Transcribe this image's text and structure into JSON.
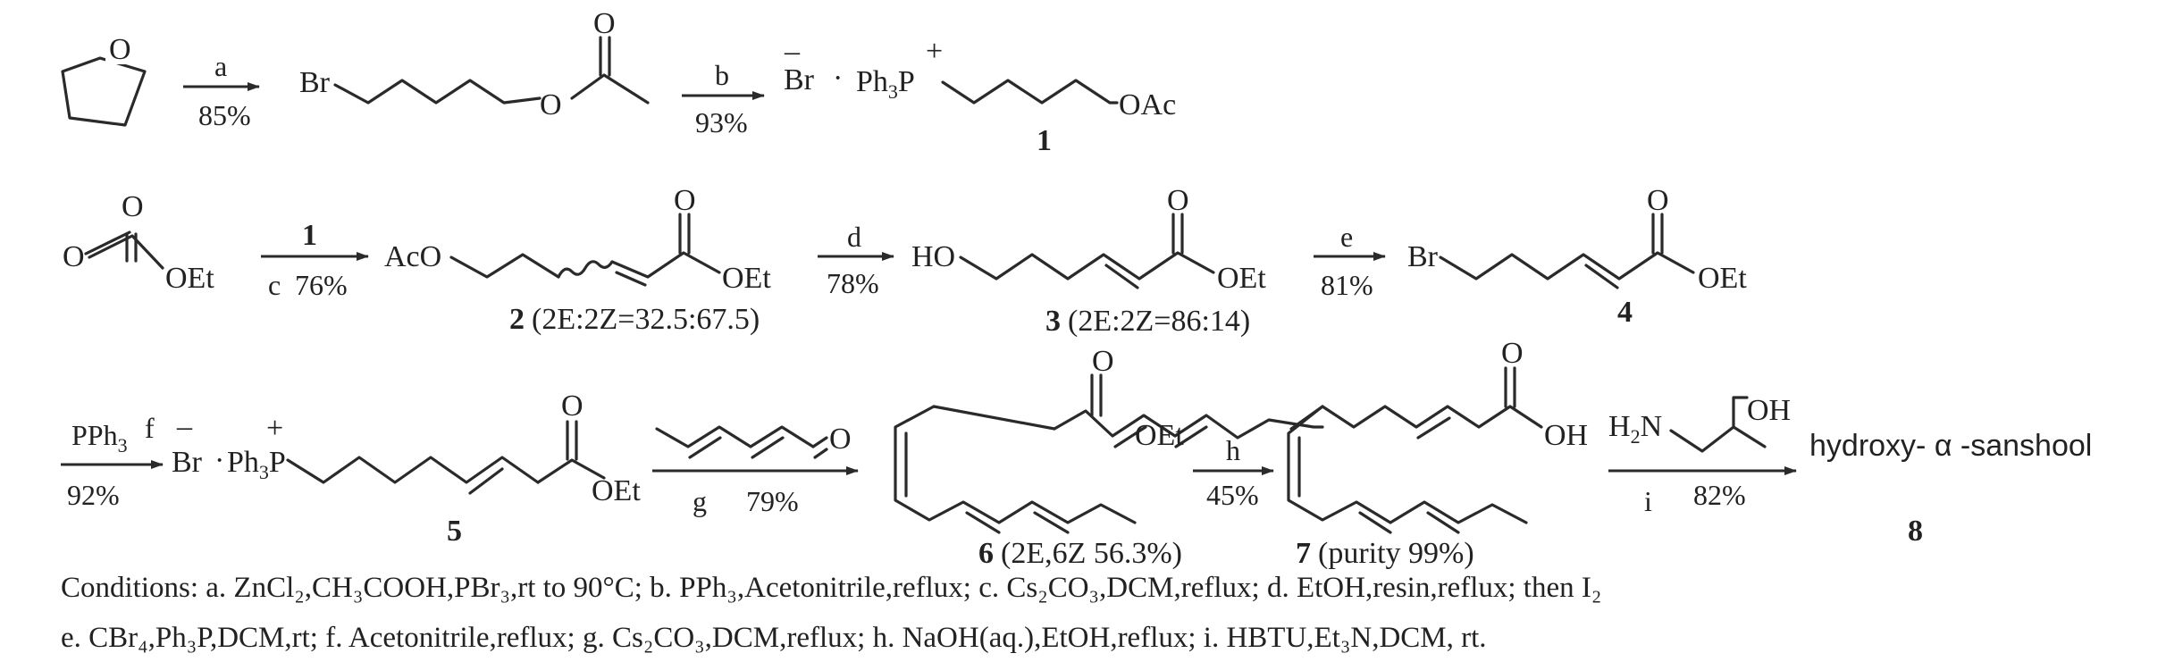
{
  "row1": {
    "step_a": {
      "letter": "a",
      "yield": "85%"
    },
    "step_b": {
      "letter": "b",
      "yield": "93%"
    },
    "acetate": {
      "br": "Br",
      "o": "O",
      "o2": "O"
    },
    "salt1": {
      "br_charge": "–",
      "br": "Br",
      "dot": "·",
      "ph3p": "Ph",
      "ph_sub": "3",
      "p": "P",
      "plus": "+",
      "oac": "OAc",
      "num": "1"
    },
    "thf_o": "O"
  },
  "row2": {
    "glyox": {
      "o1": "O",
      "o2": "O",
      "oet": "OEt"
    },
    "step_c": {
      "reagent": "1",
      "letter": "c",
      "yield": "76%"
    },
    "cmpd2": {
      "aco": "AcO",
      "o": "O",
      "oet": "OEt",
      "num": "2",
      "ratio": "(2E:2Z=32.5:67.5)"
    },
    "step_d": {
      "letter": "d",
      "yield": "78%"
    },
    "cmpd3": {
      "ho": "HO",
      "o": "O",
      "oet": "OEt",
      "num": "3",
      "ratio": "(2E:2Z=86:14)"
    },
    "step_e": {
      "letter": "e",
      "yield": "81%"
    },
    "cmpd4": {
      "br": "Br",
      "o": "O",
      "oet": "OEt",
      "num": "4"
    }
  },
  "row3": {
    "step_f": {
      "pph3": "PPh",
      "sub": "3",
      "letter": "f",
      "yield": "92%"
    },
    "cmpd5": {
      "minus": "–",
      "br": "Br",
      "dot": "·",
      "ph": "Ph",
      "sub": "3",
      "p": "P",
      "plus": "+",
      "o": "O",
      "oet": "OEt",
      "num": "5"
    },
    "step_g": {
      "o": "O",
      "letter": "g",
      "yield": "79%"
    },
    "cmpd6": {
      "o": "O",
      "oet": "OEt",
      "num": "6",
      "note": "(2E,6Z 56.3%)"
    },
    "step_h": {
      "letter": "h",
      "yield": "45%"
    },
    "cmpd7": {
      "o": "O",
      "oh": "OH",
      "num": "7",
      "note": "(purity  99%)"
    },
    "step_i": {
      "h2n": "H",
      "h2n_sub": "2",
      "n": "N",
      "oh": "OH",
      "letter": "i",
      "yield": "82%"
    },
    "product": {
      "name": "hydroxy- α -sanshool",
      "num": "8"
    }
  },
  "conditions": {
    "line1": "Conditions: a. ZnCl₂,CH₃COOH,PBr₃,rt to 90°C; b. PPh₃,Acetonitrile,reflux; c. Cs₂CO₃,DCM,reflux; d. EtOH,resin,reflux; then I₂",
    "line2": "e. CBr₄,Ph₃P,DCM,rt;   f. Acetonitrile,reflux; g. Cs₂CO₃,DCM,reflux; h. NaOH(aq.),EtOH,reflux; i. HBTU,Et₃N,DCM, rt."
  }
}
